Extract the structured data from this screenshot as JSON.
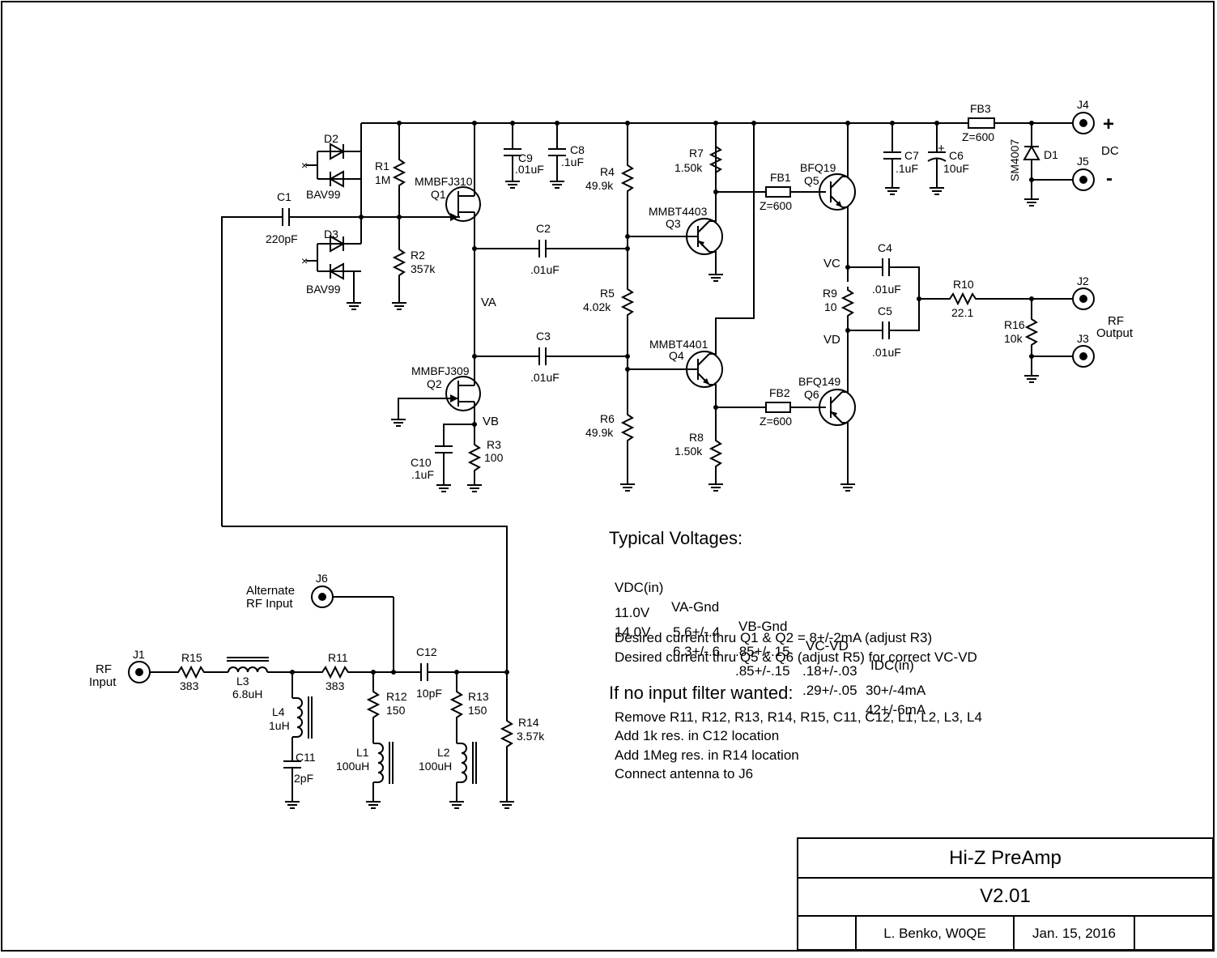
{
  "title_block": {
    "title": "Hi-Z PreAmp",
    "version": "V2.01",
    "author": "L. Benko, W0QE",
    "date": "Jan. 15, 2016"
  },
  "voltages": {
    "heading": "Typical Voltages:",
    "columns": [
      "VDC(in)",
      "VA-Gnd",
      "VB-Gnd",
      "VC-VD",
      "IDC(in)"
    ],
    "rows": [
      [
        "11.0V",
        "5.6+/-.4",
        ".85+/-.15",
        ".18+/-.03",
        "30+/-4mA"
      ],
      [
        "14.0V",
        "6.3+/-.6",
        ".85+/-.15",
        ".29+/-.05",
        "42+/-6mA"
      ]
    ],
    "note1": "Desired current thru Q1 & Q2 = 8+/-2mA (adjust R3)",
    "note2": "Desired current thru Q5 & Q6 (adjust R5) for correct VC-VD"
  },
  "filter_notes": {
    "heading": "If no input filter wanted:",
    "lines": [
      "Remove R11, R12, R13, R14, R15, C11, C12, L1, L2, L3, L4",
      "Add 1k res. in C12 location",
      "Add 1Meg res. in R14 location",
      "Connect antenna to J6"
    ]
  },
  "labels": {
    "D2": "D2",
    "D3": "D3",
    "BAV99a": "BAV99",
    "BAV99b": "BAV99",
    "R1": "R1",
    "R1v": "1M",
    "R2": "R2",
    "R2v": "357k",
    "C1": "C1",
    "C1v": "220pF",
    "Q1p": "MMBFJ310",
    "Q1": "Q1",
    "Q2p": "MMBFJ309",
    "Q2": "Q2",
    "C9": "C9",
    "C9v": ".01uF",
    "C8": "C8",
    "C8v": ".1uF",
    "C2": "C2",
    "C2v": ".01uF",
    "C3": "C3",
    "C3v": ".01uF",
    "VA": "VA",
    "VB": "VB",
    "VC": "VC",
    "VD": "VD",
    "R3": "R3",
    "R3v": "100",
    "C10": "C10",
    "C10v": ".1uF",
    "R4": "R4",
    "R4v": "49.9k",
    "R5": "R5",
    "R5v": "4.02k",
    "R6": "R6",
    "R6v": "49.9k",
    "R7": "R7",
    "R7v": "1.50k",
    "R8": "R8",
    "R8v": "1.50k",
    "Q3p": "MMBT4403",
    "Q3": "Q3",
    "Q4p": "MMBT4401",
    "Q4": "Q4",
    "FB1": "FB1",
    "FB1v": "Z=600",
    "FB2": "FB2",
    "FB2v": "Z=600",
    "FB3": "FB3",
    "FB3v": "Z=600",
    "Q5p": "BFQ19",
    "Q5": "Q5",
    "Q6p": "BFQ149",
    "Q6": "Q6",
    "R9": "R9",
    "R9v": "10",
    "C4": "C4",
    "C4v": ".01uF",
    "C5": "C5",
    "C5v": ".01uF",
    "R10": "R10",
    "R10v": "22.1",
    "R16": "R16",
    "R16v": "10k",
    "C7": "C7",
    "C7v": ".1uF",
    "C6": "C6",
    "C6v": "10uF",
    "D1": "D1",
    "D1p": "SM4007",
    "J4": "J4",
    "J5": "J5",
    "J2": "J2",
    "J3": "J3",
    "J1": "J1",
    "J6": "J6",
    "plus": "+",
    "minus": "-",
    "DC": "DC",
    "RFOut1": "RF",
    "RFOut2": "Output",
    "RFIn1": "RF",
    "RFIn2": "Input",
    "Alt1": "Alternate",
    "Alt2": "RF Input",
    "R15": "R15",
    "R15v": "383",
    "L3": "L3",
    "L3v": "6.8uH",
    "R11": "R11",
    "R11v": "383",
    "C12": "C12",
    "C12v": "10pF",
    "L4": "L4",
    "L4v": "1uH",
    "C11": "C11",
    "C11v": "2pF",
    "R12": "R12",
    "R12v": "150",
    "L1": "L1",
    "L1v": "100uH",
    "R13": "R13",
    "R13v": "150",
    "L2": "L2",
    "L2v": "100uH",
    "R14": "R14",
    "R14v": "3.57k"
  }
}
